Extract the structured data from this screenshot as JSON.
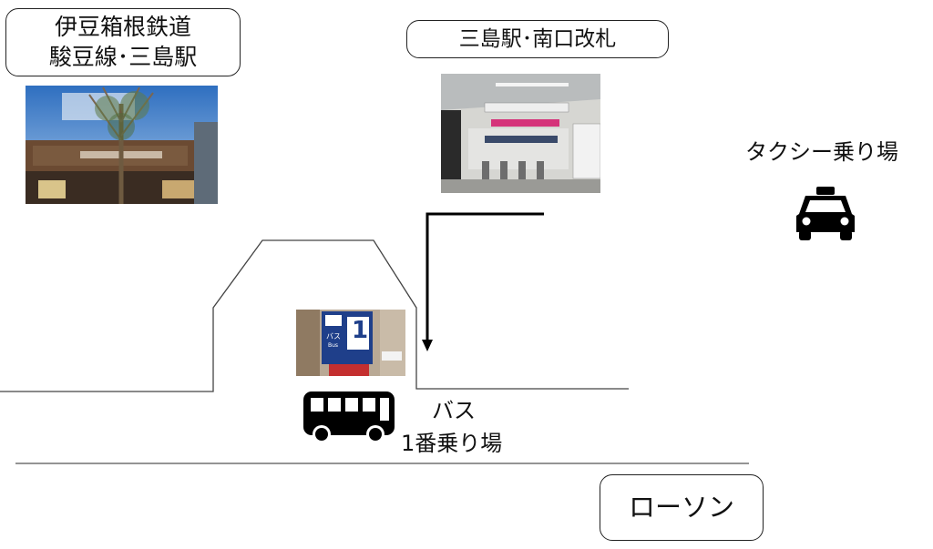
{
  "labels": {
    "izu_station": {
      "line1": "伊豆箱根鉄道",
      "line2": "駿豆線･三島駅"
    },
    "mishima_south_gate": "三島駅･南口改札",
    "taxi_stand": "タクシー乗り場",
    "bus_stop": {
      "line1": "バス",
      "line2": "1番乗り場"
    },
    "lawson": "ローソン"
  },
  "bus_sign": {
    "text": "バス",
    "sub": "Bus",
    "number": "1"
  },
  "icons": {
    "taxi": "taxi-icon",
    "bus": "bus-icon"
  },
  "colors": {
    "line": "#222222",
    "sign_blue": "#1f3f8a",
    "sky": "#4a86c8"
  }
}
